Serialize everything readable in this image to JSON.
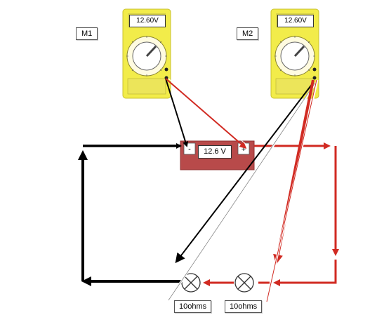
{
  "meters": [
    {
      "id": "m1",
      "label": "M1",
      "reading": "12.60V"
    },
    {
      "id": "m2",
      "label": "M2",
      "reading": "12.60V"
    }
  ],
  "battery": {
    "label": "12.6 V",
    "neg_symbol": "-",
    "pos_symbol": "+"
  },
  "bulbs": [
    {
      "id": "bulb-left",
      "label": "10ohms"
    },
    {
      "id": "bulb-right",
      "label": "10ohms"
    }
  ],
  "colors": {
    "meter_body": "#f2ec4a",
    "red_wire": "#d12a22",
    "black_wire": "#000000",
    "battery": "#b84a4a"
  }
}
